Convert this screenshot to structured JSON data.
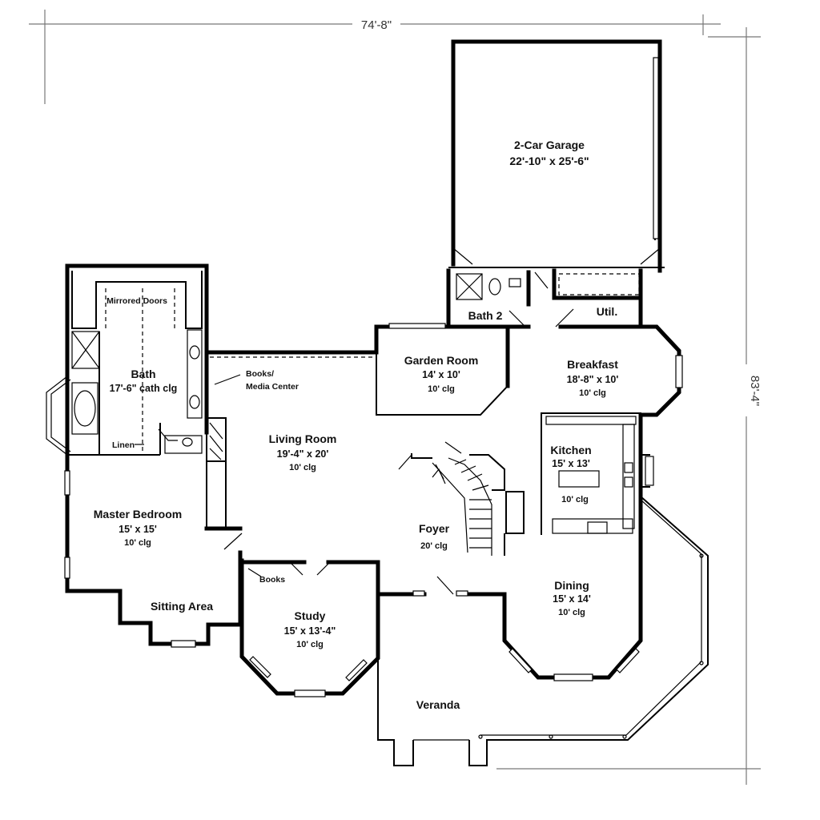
{
  "dimensions": {
    "width": "74'-8\"",
    "depth": "83'-4\""
  },
  "rooms": {
    "garage": {
      "name": "2-Car Garage",
      "size": "22'-10\" x 25'-6\""
    },
    "bath2": {
      "name": "Bath 2"
    },
    "util": {
      "name": "Util."
    },
    "garden": {
      "name": "Garden Room",
      "size": "14' x 10'",
      "ceiling": "10' clg"
    },
    "breakfast": {
      "name": "Breakfast",
      "size": "18'-8\" x 10'",
      "ceiling": "10' clg"
    },
    "master_bath": {
      "name": "Bath",
      "size": "17'-6\" cath clg"
    },
    "mirrored_doors": {
      "name": "Mirrored Doors"
    },
    "linen": {
      "name": "Linen"
    },
    "books_media": {
      "line1": "Books/",
      "line2": "Media Center"
    },
    "living": {
      "name": "Living Room",
      "size": "19'-4\" x 20'",
      "ceiling": "10' clg"
    },
    "kitchen": {
      "name": "Kitchen",
      "size": "15' x 13'",
      "ceiling": "10' clg"
    },
    "master_bed": {
      "name": "Master Bedroom",
      "size": "15' x 15'",
      "ceiling": "10' clg"
    },
    "foyer": {
      "name": "Foyer",
      "ceiling": "20' clg"
    },
    "sitting": {
      "name": "Sitting Area"
    },
    "books": {
      "name": "Books"
    },
    "study": {
      "name": "Study",
      "size": "15' x 13'-4\"",
      "ceiling": "10' clg"
    },
    "dining": {
      "name": "Dining",
      "size": "15' x 14'",
      "ceiling": "10' clg"
    },
    "veranda": {
      "name": "Veranda"
    }
  }
}
